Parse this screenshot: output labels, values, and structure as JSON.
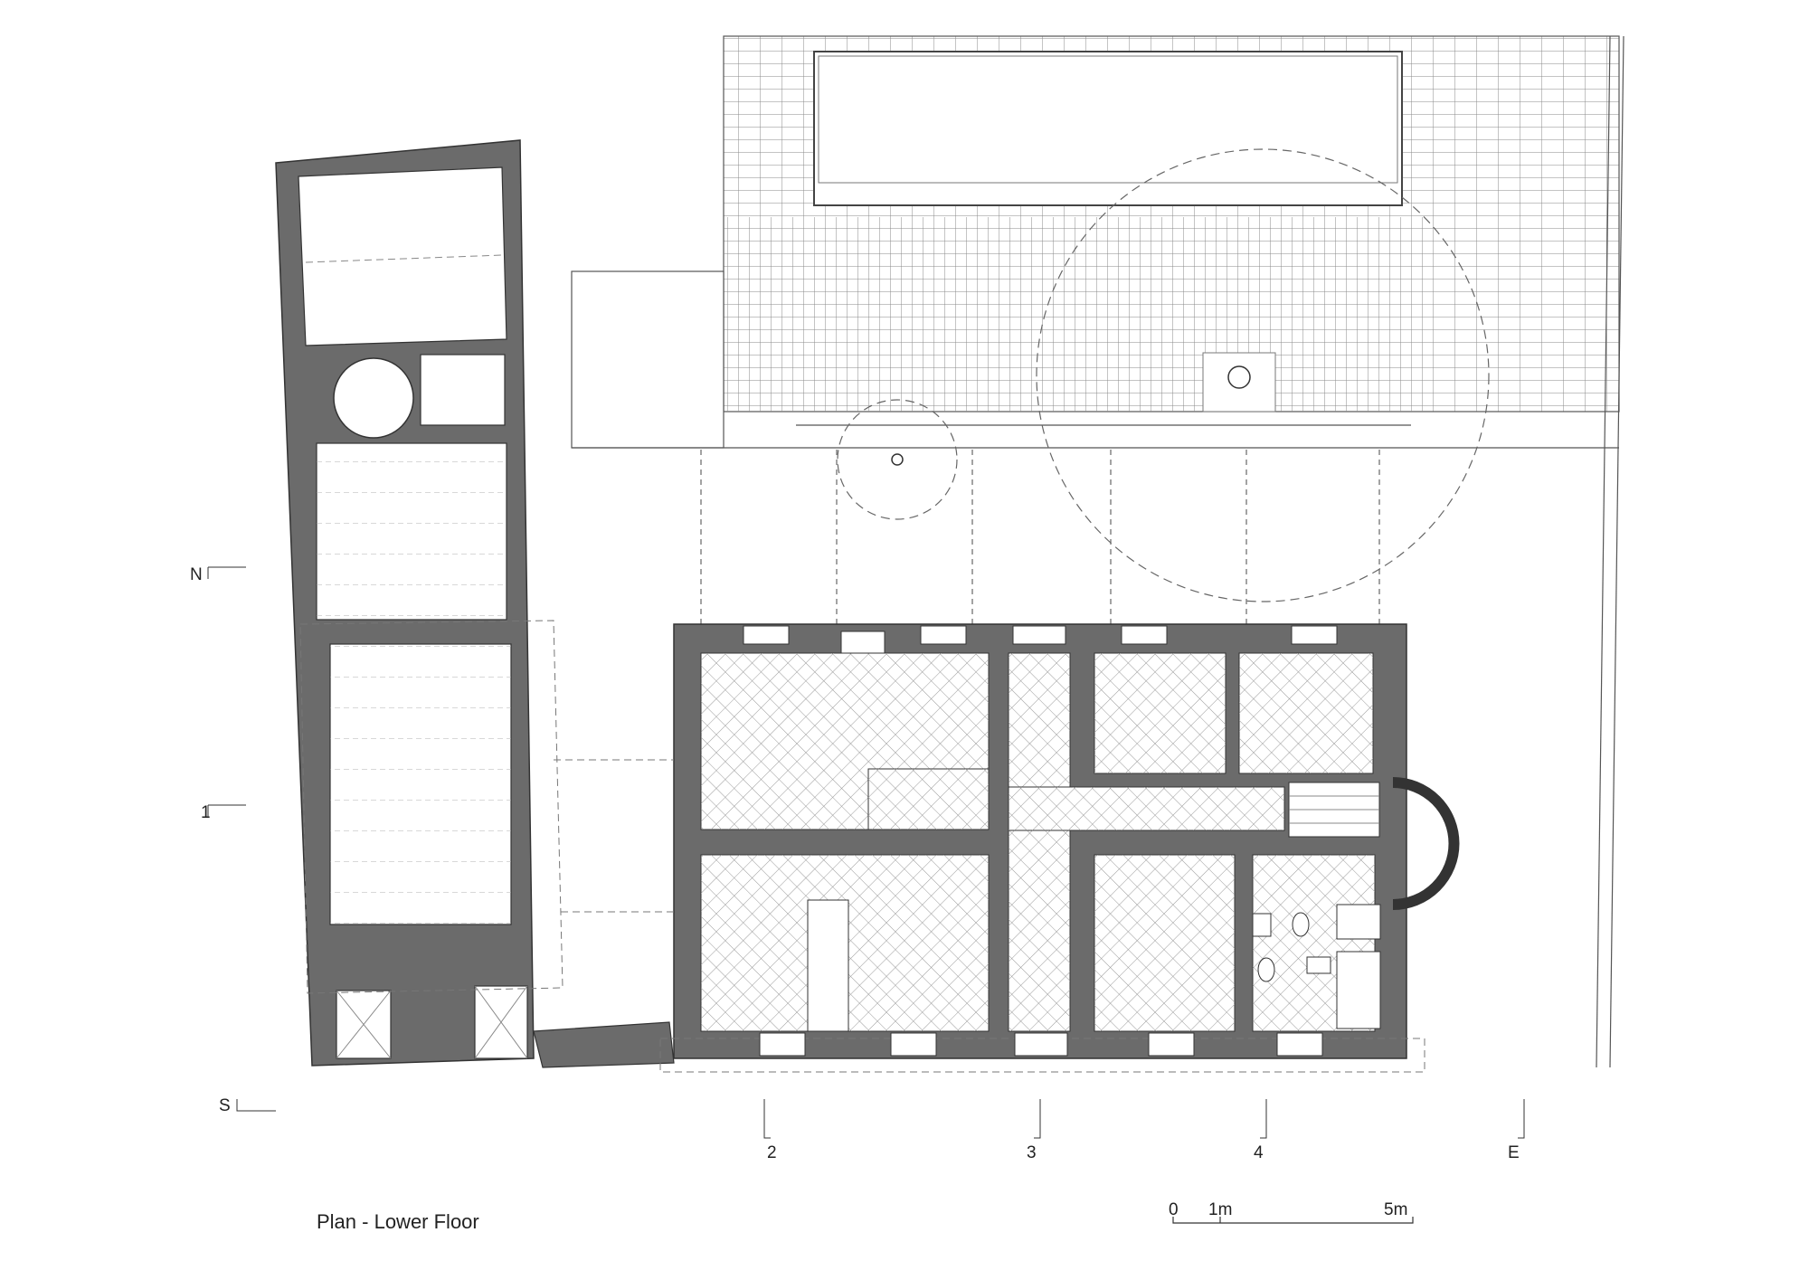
{
  "title": "Plan - Lower Floor",
  "section_markers": {
    "north": "N",
    "one": "1",
    "south": "S"
  },
  "grid_labels": [
    "2",
    "3",
    "4",
    "E"
  ],
  "scale_bar": {
    "zero": "0",
    "one": "1m",
    "five": "5m"
  },
  "colors": {
    "wall_fill": "#6b6b6b",
    "line": "#3a3a3a",
    "background": "#ffffff"
  }
}
